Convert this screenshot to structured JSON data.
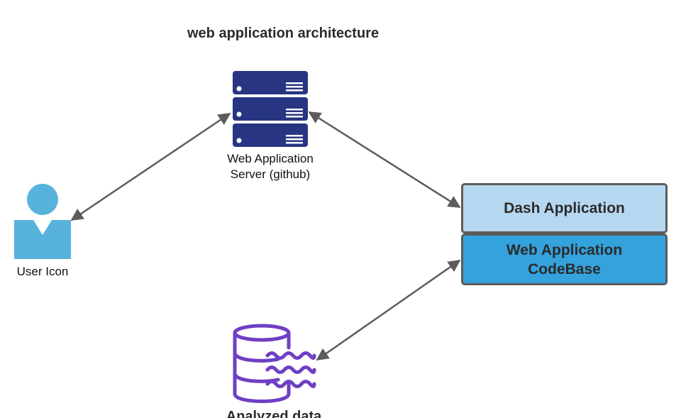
{
  "title": "web application architecture",
  "nodes": {
    "server": {
      "label_line1": "Web Application",
      "label_line2": "Server (github)"
    },
    "user": {
      "label": "User Icon"
    },
    "dash": {
      "label": "Dash Application"
    },
    "codebase": {
      "label_line1": "Web Application",
      "label_line2": "CodeBase"
    },
    "database": {
      "label": "Analyzed data"
    }
  },
  "colors": {
    "server": "#283583",
    "user": "#58b3dc",
    "dash_fill": "#b6d7f0",
    "codebase_fill": "#34a2dd",
    "database": "#6f3fc4",
    "connector": "#5c5c5c"
  },
  "icons": {
    "server": "server-rack-icon",
    "user": "user-icon",
    "database": "database-icon"
  }
}
